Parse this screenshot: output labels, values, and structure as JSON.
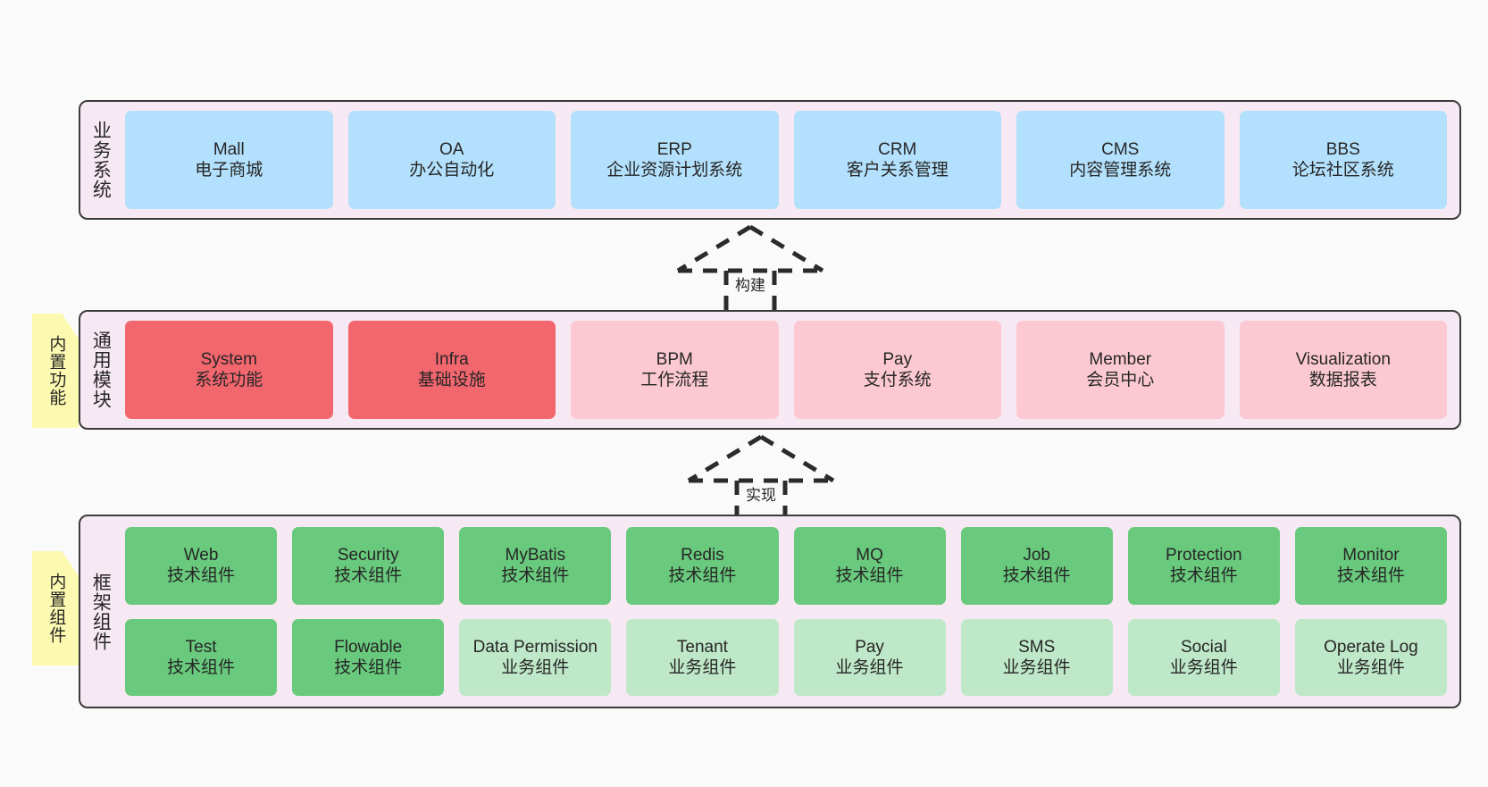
{
  "diagram": {
    "title": "Layered Architecture Diagram",
    "colors": {
      "panel_bg": "#f7e9f3",
      "panel_border": "#3b3b3b",
      "business_card": "#b3e0fc",
      "core_module_card": "#f2666e",
      "module_card": "#fcc9d2",
      "tech_component_card": "#69ca7d",
      "biz_component_card": "#bfe8c8",
      "note_bg": "#fcfab0",
      "canvas_bg": "#fafafa"
    }
  },
  "layers": {
    "business": {
      "title": "业务系统",
      "cards": [
        {
          "en": "Mall",
          "cn": "电子商城"
        },
        {
          "en": "OA",
          "cn": "办公自动化"
        },
        {
          "en": "ERP",
          "cn": "企业资源计划系统"
        },
        {
          "en": "CRM",
          "cn": "客户关系管理"
        },
        {
          "en": "CMS",
          "cn": "内容管理系统"
        },
        {
          "en": "BBS",
          "cn": "论坛社区系统"
        }
      ]
    },
    "common": {
      "title": "通用模块",
      "note": "内置功能",
      "cards": [
        {
          "en": "System",
          "cn": "系统功能",
          "style": "c-red"
        },
        {
          "en": "Infra",
          "cn": "基础设施",
          "style": "c-red"
        },
        {
          "en": "BPM",
          "cn": "工作流程",
          "style": "c-pink"
        },
        {
          "en": "Pay",
          "cn": "支付系统",
          "style": "c-pink"
        },
        {
          "en": "Member",
          "cn": "会员中心",
          "style": "c-pink"
        },
        {
          "en": "Visualization",
          "cn": "数据报表",
          "style": "c-pink"
        }
      ]
    },
    "framework": {
      "title": "框架组件",
      "note": "内置组件",
      "row1": [
        {
          "en": "Web",
          "cn": "技术组件",
          "style": "c-green"
        },
        {
          "en": "Security",
          "cn": "技术组件",
          "style": "c-green"
        },
        {
          "en": "MyBatis",
          "cn": "技术组件",
          "style": "c-green"
        },
        {
          "en": "Redis",
          "cn": "技术组件",
          "style": "c-green"
        },
        {
          "en": "MQ",
          "cn": "技术组件",
          "style": "c-green"
        },
        {
          "en": "Job",
          "cn": "技术组件",
          "style": "c-green"
        },
        {
          "en": "Protection",
          "cn": "技术组件",
          "style": "c-green"
        },
        {
          "en": "Monitor",
          "cn": "技术组件",
          "style": "c-green"
        }
      ],
      "row2": [
        {
          "en": "Test",
          "cn": "技术组件",
          "style": "c-green"
        },
        {
          "en": "Flowable",
          "cn": "技术组件",
          "style": "c-green"
        },
        {
          "en": "Data Permission",
          "cn": "业务组件",
          "style": "c-lgreen"
        },
        {
          "en": "Tenant",
          "cn": "业务组件",
          "style": "c-lgreen"
        },
        {
          "en": "Pay",
          "cn": "业务组件",
          "style": "c-lgreen"
        },
        {
          "en": "SMS",
          "cn": "业务组件",
          "style": "c-lgreen"
        },
        {
          "en": "Social",
          "cn": "业务组件",
          "style": "c-lgreen"
        },
        {
          "en": "Operate Log",
          "cn": "业务组件",
          "style": "c-lgreen"
        }
      ]
    }
  },
  "arrows": {
    "build": "构建",
    "realize": "实现"
  }
}
